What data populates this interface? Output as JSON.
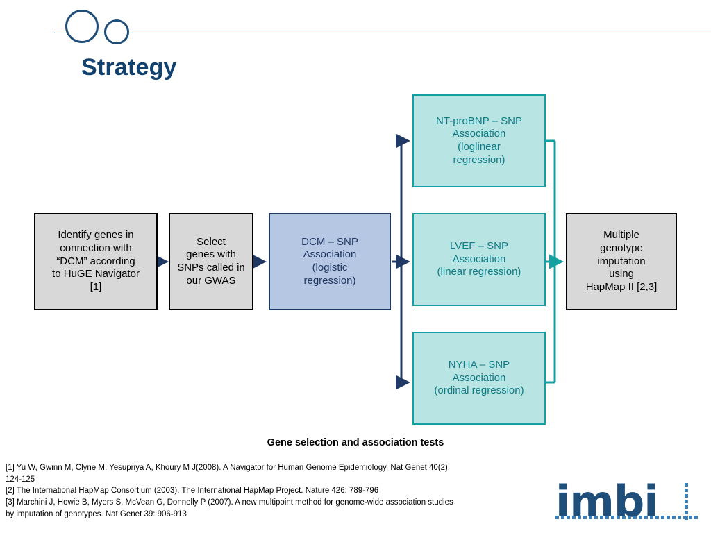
{
  "slide": {
    "title": "Strategy",
    "caption": "Gene selection and association tests"
  },
  "colors": {
    "title_blue": "#10416f",
    "rule_blue": "#1f4e79",
    "grey_fill": "#d8d8d8",
    "blue_fill": "#b6c7e3",
    "blue_border": "#1f3864",
    "cyan_fill": "#b8e5e4",
    "cyan_border": "#14a0a0",
    "cyan_text": "#0e7c86",
    "arrow_dark_blue": "#1f3864",
    "arrow_teal": "#14a0a0",
    "logo_blue": "#1f4e79",
    "logo_dots": "#3a7fb5"
  },
  "flow": {
    "boxes": [
      {
        "id": "identify",
        "label": "Identify genes in\nconnection with\n“DCM” according\nto HuGE Navigator\n[1]",
        "style": "grey"
      },
      {
        "id": "select",
        "label": "Select\ngenes with\nSNPs called in\nour GWAS",
        "style": "grey"
      },
      {
        "id": "dcm",
        "label": "DCM – SNP\nAssociation\n(logistic\nregression)",
        "style": "blue"
      },
      {
        "id": "ntprobnp",
        "label": "NT-proBNP – SNP\nAssociation\n(loglinear\nregression)",
        "style": "cyan"
      },
      {
        "id": "lvef",
        "label": "LVEF – SNP\nAssociation\n(linear regression)",
        "style": "cyan"
      },
      {
        "id": "nyha",
        "label": "NYHA – SNP\nAssociation\n(ordinal regression)",
        "style": "cyan"
      },
      {
        "id": "multiple",
        "label": "Multiple\ngenotype\nimputation\nusing\nHapMap II [2,3]",
        "style": "grey"
      }
    ]
  },
  "references": [
    "[1] Yu W, Gwinn M, Clyne M, Yesupriya A, Khoury M J(2008). A Navigator for Human Genome Epidemiology. Nat Genet 40(2):\n124-125",
    "[2] The International HapMap Consortium (2003). The International HapMap Project. Nature 426: 789-796",
    "[3] Marchini J, Howie B, Myers S, McVean G, Donnelly P (2007). A new multipoint method for genome-wide association studies\nby imputation of genotypes. Nat Genet 39: 906-913"
  ],
  "logo": {
    "text": "imbi"
  }
}
